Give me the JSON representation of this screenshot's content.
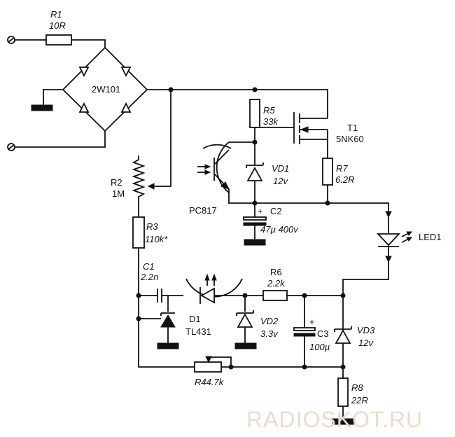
{
  "labels": {
    "r1_ref": "R1",
    "r1_val": "10R",
    "bridge": "2W101",
    "r5_ref": "R5",
    "r5_val": "33k",
    "t1_ref": "T1",
    "t1_val": "5NK60",
    "r2_ref": "R2",
    "r2_val": "1M",
    "vd1_ref": "VD1",
    "vd1_val": "12v",
    "r7_ref": "R7",
    "r7_val": "6.2R",
    "opto": "PC817",
    "c2_ref": "C2",
    "c2_val": "47µ 400v",
    "r3_ref": "R3",
    "r3_val": "110k*",
    "led1": "LED1",
    "c1_ref": "C1",
    "c1_val": "2.2n",
    "r6_ref": "R6",
    "r6_val": "2.2k",
    "d1_ref": "D1",
    "d1_val": "TL431",
    "vd2_ref": "VD2",
    "vd2_val": "3.3v",
    "c3_ref": "C3",
    "c3_val": "100µ",
    "vd3_ref": "VD3",
    "vd3_val": "12v",
    "r4": "R44.7k",
    "r8_ref": "R8",
    "r8_val": "22R",
    "watermark": "RADIOSKOT.RU"
  }
}
